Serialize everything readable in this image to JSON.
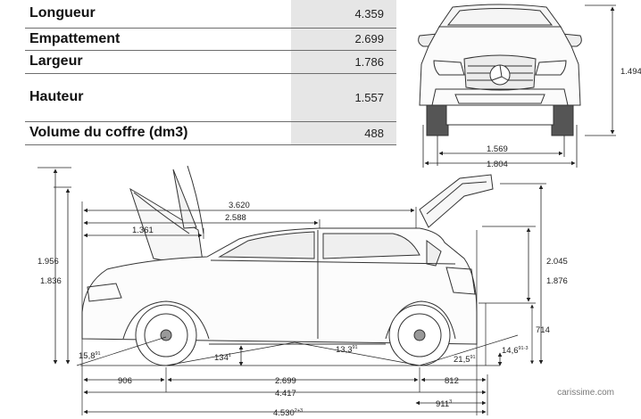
{
  "specs": [
    {
      "label": "Longueur",
      "value": "4.359"
    },
    {
      "label": "Empattement",
      "value": "2.699"
    },
    {
      "label": "Largeur",
      "value": "1.786"
    },
    {
      "label": "Hauteur",
      "value": "1.557"
    },
    {
      "label": "Volume du coffre (dm3)",
      "value": "488"
    }
  ],
  "front_view": {
    "height": "1.494",
    "track": "1.569",
    "width": "1.804"
  },
  "side_view": {
    "height_open_front": "1.956",
    "height_front": "1.836",
    "length_3620": "3.620",
    "length_2588": "2.588",
    "length_1361": "1.361",
    "height_open_rear": "2.045",
    "height_rear": "1.876",
    "ground_clearance": "714",
    "approach_angle": "15,8",
    "approach_angle_sup": "91",
    "ramp_front": "134",
    "ramp_front_sup": "1",
    "ramp_angle": "13,3",
    "ramp_angle_sup": "91",
    "departure_angle": "21,5",
    "departure_angle_sup": "91",
    "rear_clearance": "14,6",
    "rear_clearance_sup": "91-3",
    "front_overhang": "906",
    "wheelbase": "2.699",
    "rear_overhang": "812",
    "length_body": "4.417",
    "rear_911": "911",
    "rear_911_sup": "3",
    "total_length": "4.530",
    "total_length_sup": "2+3"
  },
  "watermark": "carissime.com"
}
